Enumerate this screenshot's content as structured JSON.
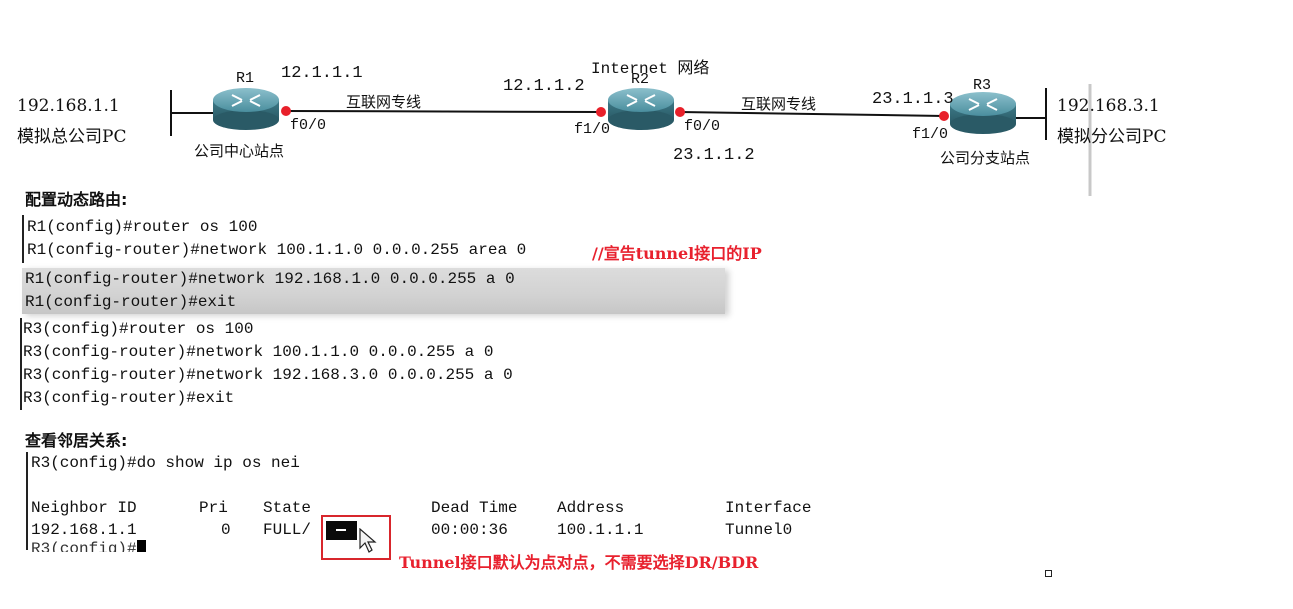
{
  "topology": {
    "internet_label": "Internet 网络",
    "r1": {
      "name": "R1",
      "ip": "12.1.1.1",
      "iface": "f0/0",
      "site": "公司中心站点"
    },
    "r2": {
      "name": "R2",
      "ip_left": "12.1.1.2",
      "ip_right": "23.1.1.2",
      "iface_left": "f1/0",
      "iface_right": "f0/0"
    },
    "r3": {
      "name": "R3",
      "ip": "23.1.1.3",
      "iface": "f1/0",
      "site": "公司分支站点"
    },
    "link_left_label": "互联网专线",
    "link_right_label": "互联网专线",
    "pc_left": {
      "ip": "192.168.1.1",
      "label": "模拟总公司PC"
    },
    "pc_right": {
      "ip": "192.168.3.1",
      "label": "模拟分公司PC"
    }
  },
  "section1": {
    "title": "配置动态路由:",
    "r1_lines": [
      "R1(config)#router os 100",
      "R1(config-router)#network 100.1.1.0 0.0.0.255 area 0"
    ],
    "r1_comment": "//宣告tunnel接口的IP",
    "r1_lines_b": [
      "R1(config-router)#network 192.168.1.0 0.0.0.255 a 0",
      "R1(config-router)#exit"
    ],
    "r3_lines": [
      "R3(config)#router os 100",
      "R3(config-router)#network 100.1.1.0 0.0.0.255 a 0",
      "R3(config-router)#network 192.168.3.0 0.0.0.255 a 0",
      "R3(config-router)#exit"
    ]
  },
  "section2": {
    "title": "查看邻居关系:",
    "command": "R3(config)#do show ip os nei",
    "headers": [
      "Neighbor ID",
      "Pri",
      "State",
      "Dead Time",
      "Address",
      "Interface"
    ],
    "row": [
      "192.168.1.1",
      "0",
      "FULL/",
      "00:00:36",
      "100.1.1.1",
      "Tunnel0"
    ],
    "prompt": "R3(config)#",
    "note": "Tunnel接口默认为点对点，不需要选择DR/BDR"
  },
  "colors": {
    "annotation": "#e8212e",
    "link_dot": "#e8202a",
    "router_body": "#3f8090"
  }
}
